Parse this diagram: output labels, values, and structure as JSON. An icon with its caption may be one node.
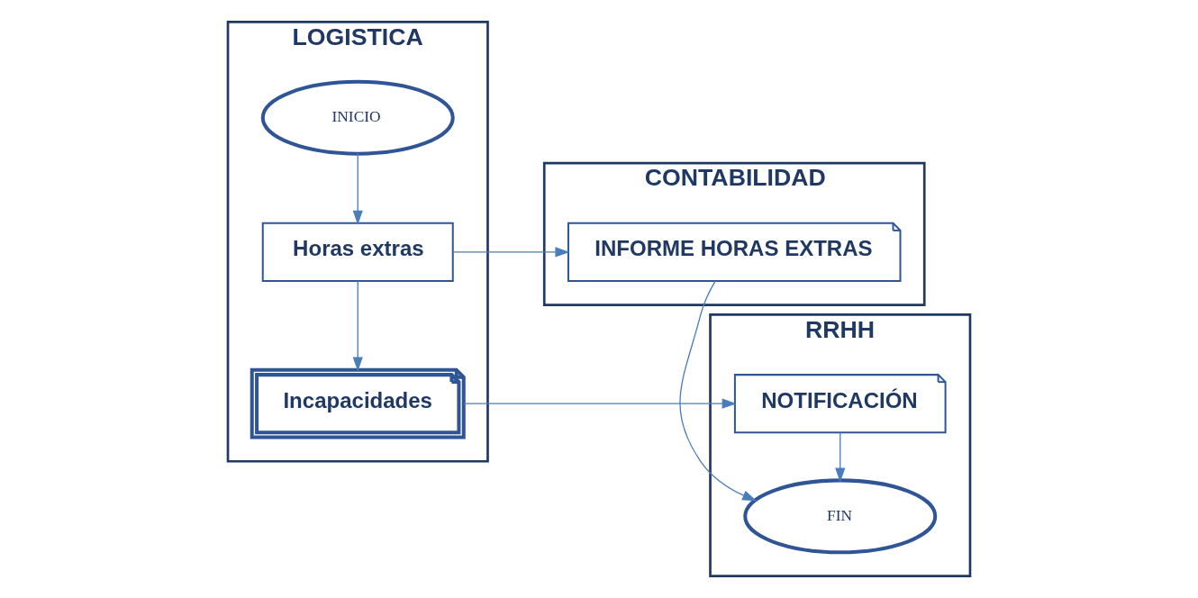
{
  "diagram": {
    "nodes": [
      {
        "text": [
          "LOGISTICA"
        ]
      },
      {
        "text": [
          "CONTABILIDAD"
        ]
      },
      {
        "text": [
          "RRHH"
        ]
      },
      {
        "text": [
          "INICIO"
        ],
        "in": 0
      },
      {
        "text": [
          "Horas extras"
        ],
        "in": 0
      },
      {
        "text": [
          "Incapacidades"
        ],
        "in": 0
      },
      {
        "text": [
          "INFORME HORAS EXTRAS"
        ],
        "in": 1
      },
      {
        "text": [
          "NOTIFICACIÓN"
        ],
        "in": 2
      },
      {
        "text": [
          "FIN"
        ],
        "in": 2
      }
    ],
    "edges": [
      {
        "from": 3,
        "to": 4,
        "arrow": "to"
      },
      {
        "from": 4,
        "to": 5,
        "arrow": "to"
      },
      {
        "from": 4,
        "to": 6,
        "arrow": "to"
      },
      {
        "from": 5,
        "to": 7,
        "arrow": "to"
      },
      {
        "from": 6,
        "to": 8,
        "arrow": "to"
      },
      {
        "from": 7,
        "to": 8,
        "arrow": "to"
      }
    ]
  }
}
